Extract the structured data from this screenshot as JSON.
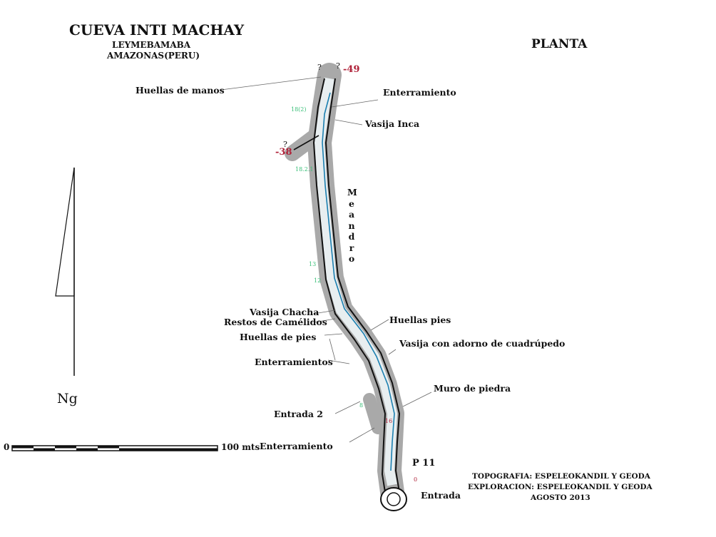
{
  "header": {
    "title": "CUEVA INTI MACHAY",
    "subtitle_1": "LEYMEBAMABA",
    "subtitle_2": "AMAZONAS(PERU)",
    "view": "PLANTA"
  },
  "north": {
    "label": "Ng"
  },
  "scale_bar": {
    "start": "0",
    "end": "100 mts"
  },
  "labels": {
    "huellas_manos": "Huellas de manos",
    "enterramiento_top": "Enterramiento",
    "vasija_inca": "Vasija Inca",
    "meandro": "Meandro",
    "vasija_chacha": "Vasija Chacha",
    "restos": "Restos de Camélidos",
    "huellas_pies_left": "Huellas de pies",
    "huellas_pies_right": "Huellas pies",
    "vasija_adorno": "Vasija con adorno de cuadrúpedo",
    "enterramientos": "Enterramientos",
    "muro": "Muro de piedra",
    "entrada2": "Entrada 2",
    "enterramiento_bottom": "Enterramiento",
    "p11": "P 11",
    "entrada": "Entrada"
  },
  "depths": {
    "top": "-49",
    "left": "-38",
    "q1": "?",
    "q2": "?",
    "q3": "?",
    "station16": "16",
    "station0": "0"
  },
  "stations": {
    "s1": "18(2)",
    "s2": "18.2.1",
    "s3": "13",
    "s4": "12",
    "s5": "8"
  },
  "credits": {
    "topografia": "TOPOGRAFIA: ESPELEOKANDIL Y GEODA",
    "exploracion": "EXPLORACION: ESPELEOKANDIL Y GEODA",
    "fecha": "AGOSTO 2013"
  },
  "colors": {
    "passage": "#a9a9a9",
    "water": "#1b7fb0",
    "depth": "#b0233a",
    "station": "#3cc07a"
  }
}
